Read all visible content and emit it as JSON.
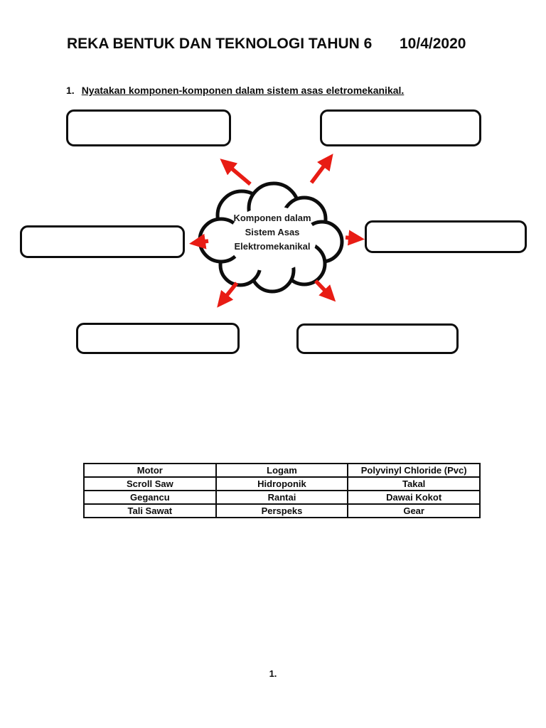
{
  "page": {
    "title": "REKA BENTUK DAN TEKNOLOGI TAHUN 6",
    "date": "10/4/2020",
    "page_number": "1."
  },
  "question": {
    "number": "1.",
    "text": "Nyatakan komponen-komponen dalam sistem asas eletromekanikal."
  },
  "diagram": {
    "center_label": "Komponen dalam Sistem Asas Elektromekanikal",
    "arrow_color": "#e81c14",
    "outline_color": "#0d0d0d",
    "empty_box_count": 6
  },
  "word_bank": {
    "rows": [
      [
        "Motor",
        "Logam",
        "Polyvinyl Chloride (Pvc)"
      ],
      [
        "Scroll Saw",
        "Hidroponik",
        "Takal"
      ],
      [
        "Gegancu",
        "Rantai",
        "Dawai Kokot"
      ],
      [
        "Tali Sawat",
        "Perspeks",
        "Gear"
      ]
    ]
  }
}
